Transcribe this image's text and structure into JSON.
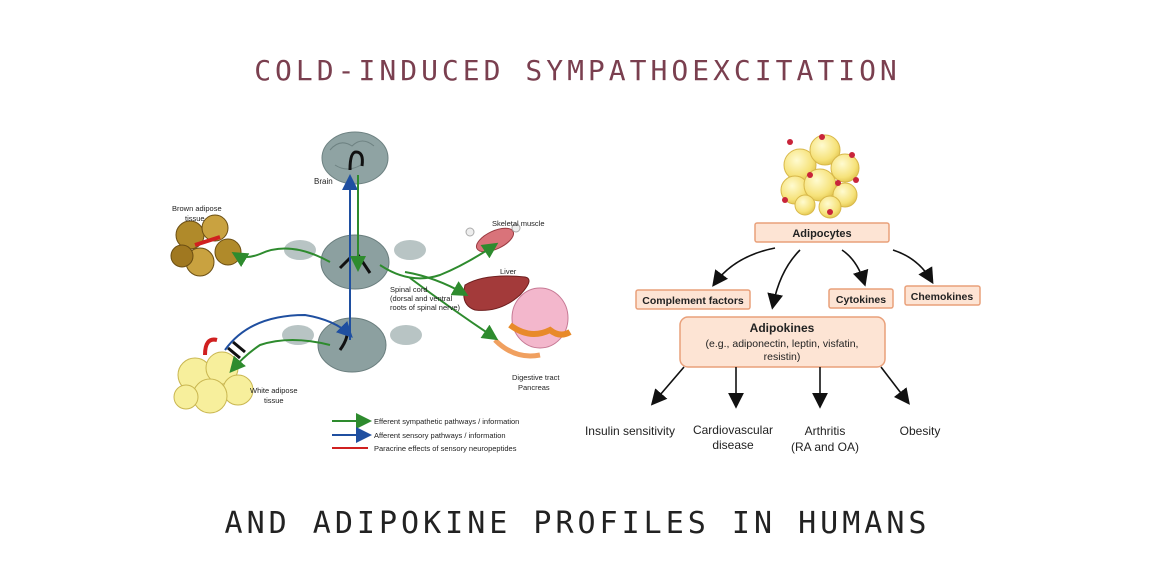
{
  "title_top": "COLD-INDUCED SYMPATHOEXCITATION",
  "title_bottom": "AND ADIPOKINE PROFILES IN HUMANS",
  "left_diagram": {
    "brain": "Brain",
    "brown_adipose": [
      "Brown adipose",
      "tissue"
    ],
    "skeletal_muscle": "Skeletal muscle",
    "liver": "Liver",
    "spinal_cord": [
      "Spinal cord",
      "(dorsal and ventral",
      "roots of spinal nerve)"
    ],
    "white_adipose": [
      "White adipose",
      "tissue"
    ],
    "digestive": [
      "Digestive tract",
      "Pancreas"
    ],
    "legend": [
      {
        "label": "Efferent sympathetic pathways / information",
        "color": "#2e8b2e"
      },
      {
        "label": "Afferent sensory pathways / information",
        "color": "#1f4fa0"
      },
      {
        "label": "Paracrine effects of sensory neuropeptides",
        "color": "#d02020"
      }
    ]
  },
  "right_diagram": {
    "adipocytes": "Adipocytes",
    "complement": "Complement factors",
    "cytokines": "Cytokines",
    "chemokines": "Chemokines",
    "adipokines_title": "Adipokines",
    "adipokines_detail": [
      "(e.g., adiponectin, leptin, visfatin,",
      "resistin)"
    ],
    "outcomes": [
      [
        "Insulin sensitivity"
      ],
      [
        "Cardiovascular",
        "disease"
      ],
      [
        "Arthritis",
        "(RA and OA)"
      ],
      [
        "Obesity"
      ]
    ]
  },
  "colors": {
    "title_top": "#7a3f4f",
    "box_fill": "#fde4d4",
    "box_stroke": "#e9a07a",
    "efferent": "#2e8b2e",
    "afferent": "#1f4fa0",
    "paracrine": "#d02020"
  }
}
